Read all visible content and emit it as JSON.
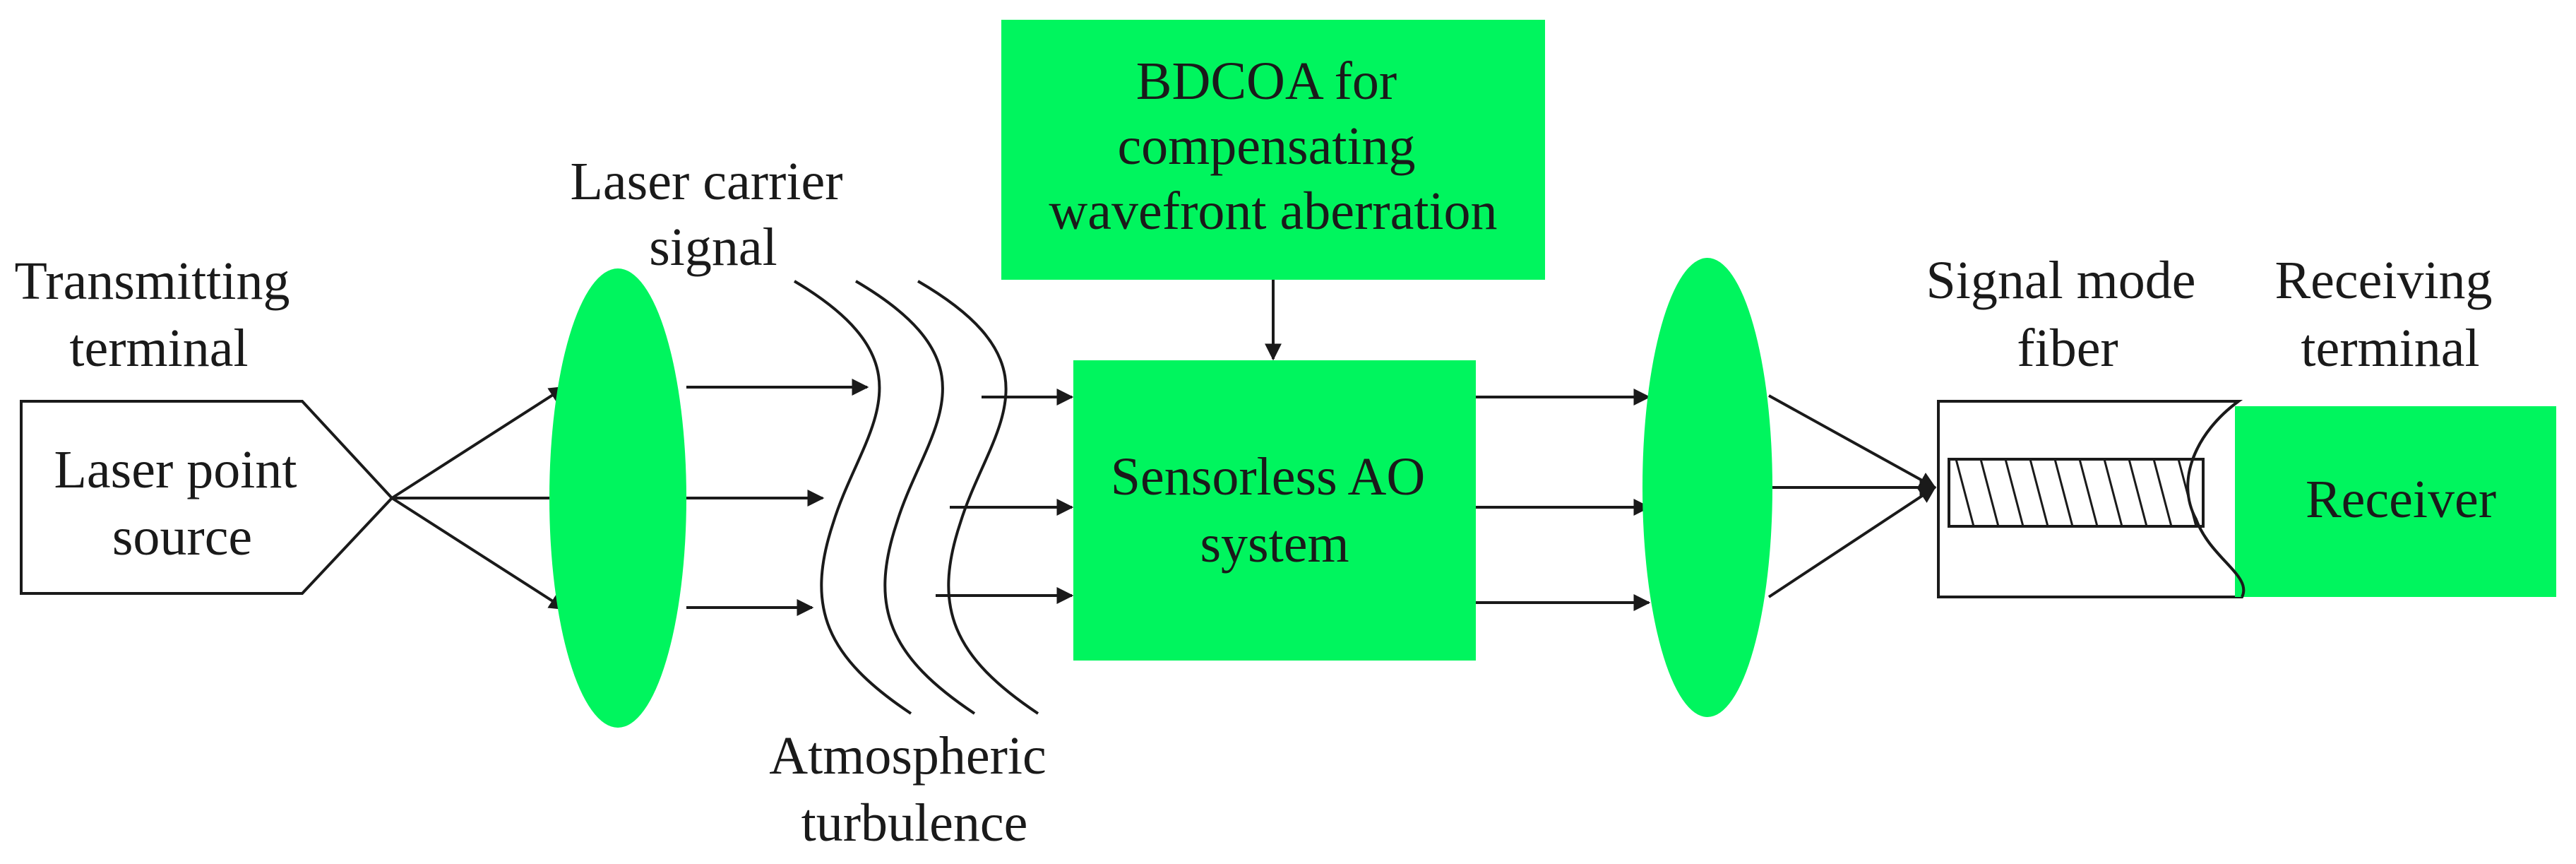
{
  "diagram": {
    "transmitting_terminal": [
      "Transmitting",
      "terminal"
    ],
    "source_box": [
      "Laser point",
      "source"
    ],
    "carrier_label": [
      "Laser carrier",
      "signal"
    ],
    "turbulence_label": [
      "Atmospheric",
      "turbulence"
    ],
    "bdcoa_box": [
      "BDCOA for",
      "compensating",
      "wavefront aberration"
    ],
    "ao_box": [
      "Sensorless AO",
      "system"
    ],
    "fiber_label": [
      "Signal mode",
      "fiber"
    ],
    "receiving_terminal": [
      "Receiving",
      "terminal"
    ],
    "receiver_box": "Receiver"
  },
  "colors": {
    "accent_green": "#00f55e",
    "line": "#1a1a1a"
  }
}
